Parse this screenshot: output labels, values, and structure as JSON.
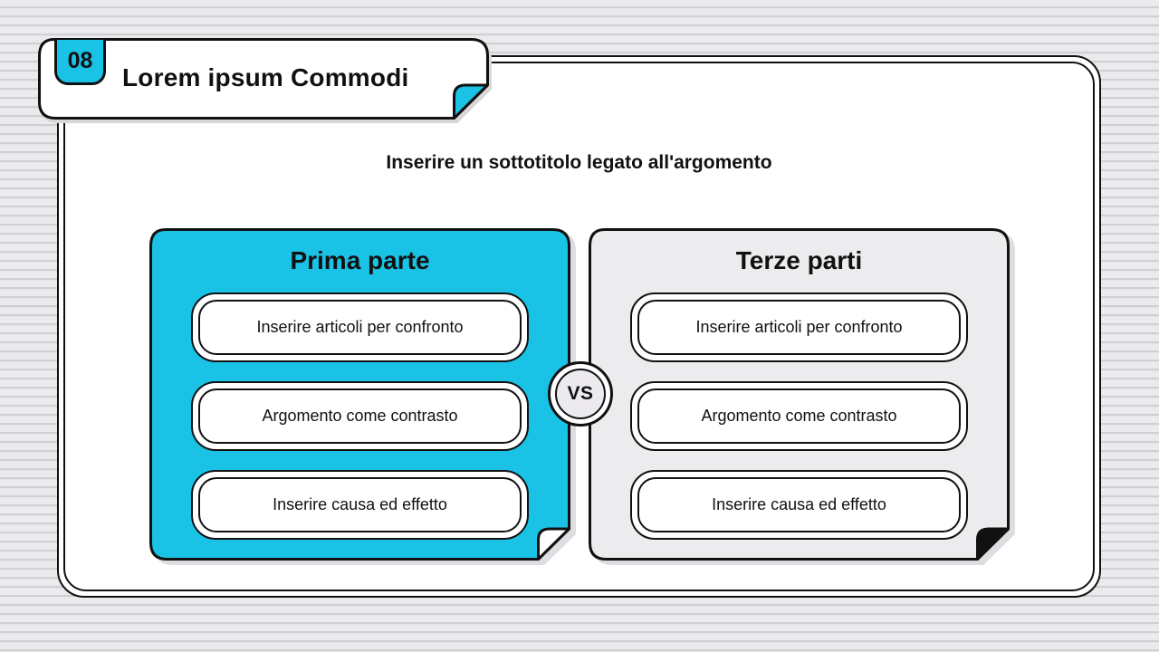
{
  "slide": {
    "badge": "08",
    "title": "Lorem ipsum Commodi",
    "subtitle": "Inserire un sottotitolo legato all'argomento",
    "vs_label": "VS",
    "colors": {
      "accent": "#1AC3E6",
      "panel_gray": "#ECEBEE",
      "ink": "#111111",
      "background": "#EBEBED"
    },
    "panels": [
      {
        "title": "Prima parte",
        "items": [
          "Inserire articoli per confronto",
          "Argomento come contrasto",
          "Inserire causa ed effetto"
        ]
      },
      {
        "title": "Terze parti",
        "items": [
          "Inserire articoli per confronto",
          "Argomento come contrasto",
          "Inserire causa ed effetto"
        ]
      }
    ]
  }
}
